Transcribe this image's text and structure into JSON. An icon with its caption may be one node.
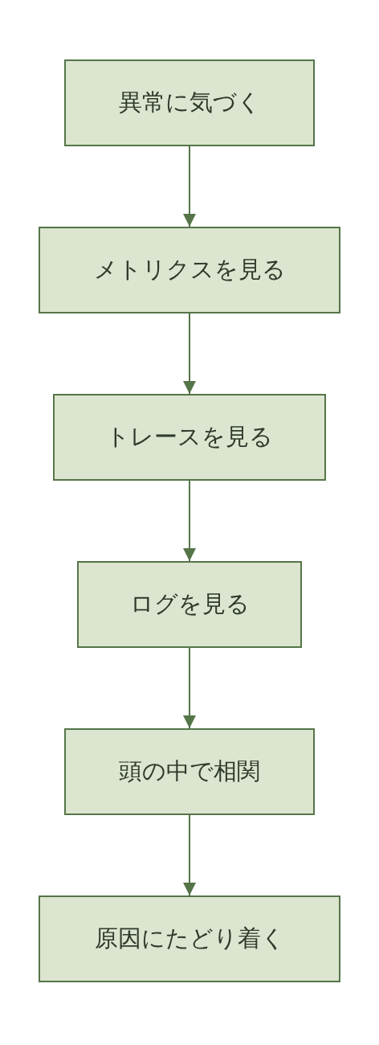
{
  "diagram": {
    "nodes": [
      {
        "text": [
          "異常に気づく"
        ]
      },
      {
        "text": [
          "メトリクスを見る"
        ]
      },
      {
        "text": [
          "トレースを見る"
        ]
      },
      {
        "text": [
          "ログを見る"
        ]
      },
      {
        "text": [
          "頭の中で相関"
        ]
      },
      {
        "text": [
          "原因にたどり着く"
        ]
      }
    ],
    "edges": [
      {
        "from": 0,
        "to": 1,
        "arrow": "to"
      },
      {
        "from": 1,
        "to": 2,
        "arrow": "to"
      },
      {
        "from": 2,
        "to": 3,
        "arrow": "to"
      },
      {
        "from": 3,
        "to": 4,
        "arrow": "to"
      },
      {
        "from": 4,
        "to": 5,
        "arrow": "to"
      }
    ]
  }
}
